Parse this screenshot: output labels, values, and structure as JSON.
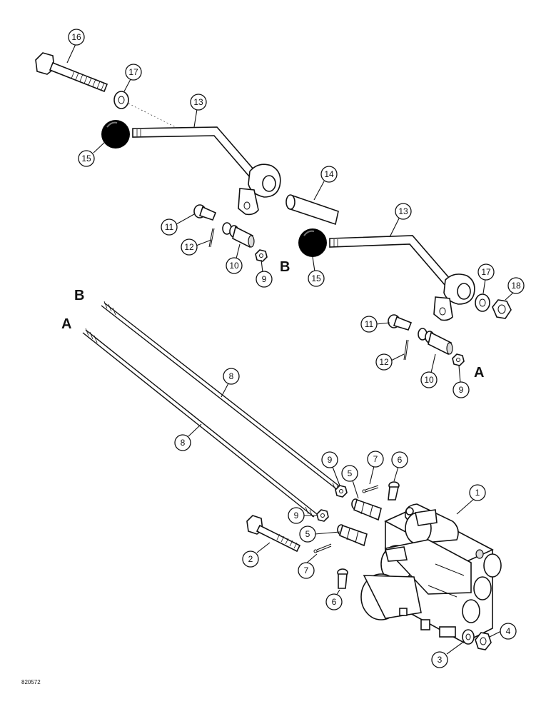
{
  "figure_id": "820572",
  "reference_letters": {
    "b_upper": "B",
    "b_mid": "B",
    "a_upper": "A",
    "a_lower": "A"
  },
  "callouts": [
    {
      "key": "c16",
      "label": "16"
    },
    {
      "key": "c17a",
      "label": "17"
    },
    {
      "key": "c13a",
      "label": "13"
    },
    {
      "key": "c15a",
      "label": "15"
    },
    {
      "key": "c14",
      "label": "14"
    },
    {
      "key": "c13b",
      "label": "13"
    },
    {
      "key": "c11a",
      "label": "11"
    },
    {
      "key": "c12a",
      "label": "12"
    },
    {
      "key": "c10a",
      "label": "10"
    },
    {
      "key": "c9a",
      "label": "9"
    },
    {
      "key": "c15b",
      "label": "15"
    },
    {
      "key": "c17b",
      "label": "17"
    },
    {
      "key": "c18",
      "label": "18"
    },
    {
      "key": "c11b",
      "label": "11"
    },
    {
      "key": "c12b",
      "label": "12"
    },
    {
      "key": "c10b",
      "label": "10"
    },
    {
      "key": "c9b",
      "label": "9"
    },
    {
      "key": "c8a",
      "label": "8"
    },
    {
      "key": "c8b",
      "label": "8"
    },
    {
      "key": "c9c",
      "label": "9"
    },
    {
      "key": "c5a",
      "label": "5"
    },
    {
      "key": "c7a",
      "label": "7"
    },
    {
      "key": "c6a",
      "label": "6"
    },
    {
      "key": "c1",
      "label": "1"
    },
    {
      "key": "c9d",
      "label": "9"
    },
    {
      "key": "c5b",
      "label": "5"
    },
    {
      "key": "c2",
      "label": "2"
    },
    {
      "key": "c7b",
      "label": "7"
    },
    {
      "key": "c6b",
      "label": "6"
    },
    {
      "key": "c3",
      "label": "3"
    },
    {
      "key": "c4",
      "label": "4"
    }
  ]
}
